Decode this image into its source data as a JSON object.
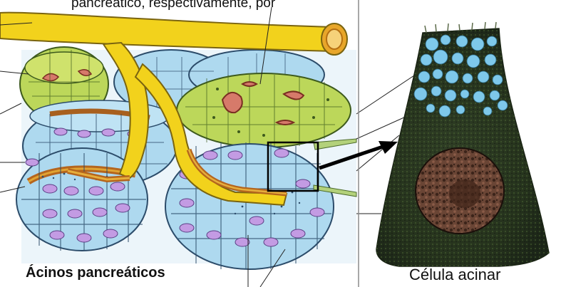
{
  "labels": {
    "top_caption": "pancreático, respectivamente, por",
    "left_caption": "Ácinos pancreáticos",
    "right_caption": "Célula acinar"
  },
  "colors": {
    "duct": "#f2d21c",
    "duct_outline": "#7a6410",
    "lumen": "#b5651d",
    "acinus_cell": "#aed9ef",
    "cell_outline": "#2c4c6a",
    "nucleus": "#c39be3",
    "green_acinus": "#bcd75a",
    "granule": "#7ec8ea",
    "cell_texture": "#2f3e25",
    "cell_nucleus": "#5a3a2c",
    "background": "#ffffff"
  },
  "icons": [
    "arrow-right-icon"
  ]
}
